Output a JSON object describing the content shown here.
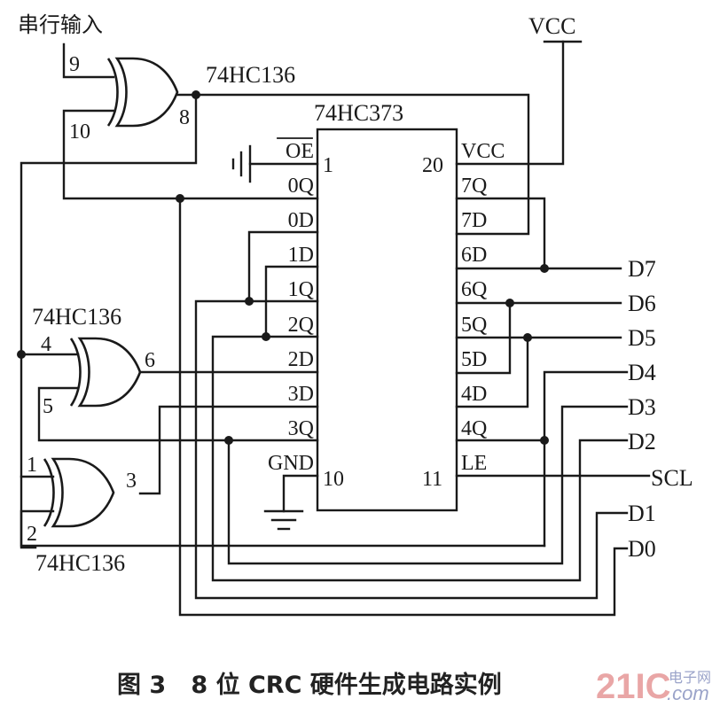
{
  "serial_input_label": "串行输入",
  "vcc_label": "VCC",
  "xor_gates": [
    {
      "part": "74HC136",
      "pins": {
        "in_a": "9",
        "in_b": "10",
        "out": "8"
      }
    },
    {
      "part": "74HC136",
      "pins": {
        "in_a": "4",
        "in_b": "5",
        "out": "6"
      }
    },
    {
      "part": "74HC136",
      "pins": {
        "in_a": "1",
        "in_b": "2",
        "out": "3"
      }
    }
  ],
  "latch": {
    "part": "74HC373",
    "left_pins": [
      "OE",
      "0Q",
      "0D",
      "1D",
      "1Q",
      "2Q",
      "2D",
      "3D",
      "3Q",
      "GND"
    ],
    "right_pins": [
      "VCC",
      "7Q",
      "7D",
      "6D",
      "6Q",
      "5Q",
      "5D",
      "4D",
      "4Q",
      "LE"
    ],
    "pin_numbers": {
      "oe": "1",
      "vcc": "20",
      "gnd": "10",
      "le": "11"
    }
  },
  "outputs": [
    "D7",
    "D6",
    "D5",
    "D4",
    "D3",
    "D2",
    "D1",
    "D0"
  ],
  "clock_label": "SCL",
  "caption": "图 3   8 位 CRC 硬件生成电路实例",
  "watermark": {
    "logo": "21IC",
    "cn": "电子网",
    "domain": ".com"
  }
}
